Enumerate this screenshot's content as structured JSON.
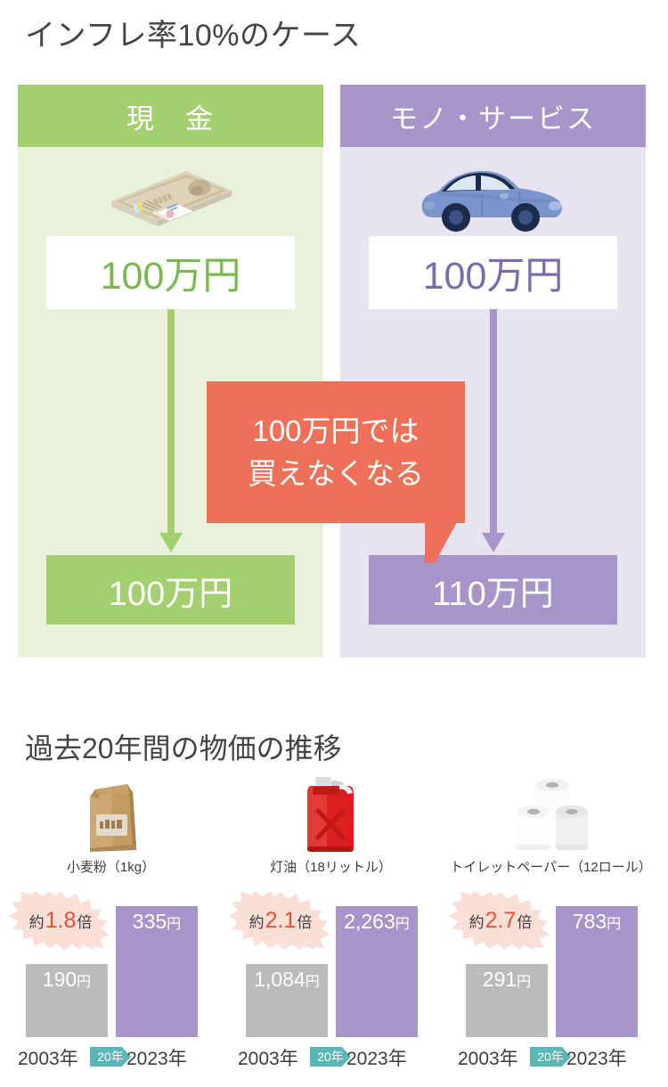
{
  "main_title": "インフレ率10%のケース",
  "comparison": {
    "cards": [
      {
        "header": "現　金",
        "icon": "money-stack-icon",
        "before_value": "100万円",
        "after_value": "100万円",
        "accent_color": "#a3cf6e",
        "bg_color": "#e8f1dc",
        "text_color": "#7ab951"
      },
      {
        "header": "モノ・サービス",
        "icon": "car-icon",
        "before_value": "100万円",
        "after_value": "110万円",
        "accent_color": "#a795c9",
        "bg_color": "#e7e3f1",
        "text_color": "#7c6bab"
      }
    ],
    "callout": {
      "line1": "100万円では",
      "line2": "買えなくなる",
      "color": "#ef7058"
    }
  },
  "section2_title": "過去20年間の物価の推移",
  "chart_data": {
    "type": "bar",
    "title": "過去20年間の物価の推移",
    "categories": [
      "2003年",
      "2023年"
    ],
    "span_label": "20年",
    "ylabel": "",
    "xlabel": "",
    "grid": false,
    "legend": "none",
    "series": [
      {
        "name": "2003年",
        "color": "#bbbbbb",
        "values": [
          190,
          1084,
          291
        ]
      },
      {
        "name": "2023年",
        "color": "#a795c9",
        "values": [
          335,
          2263,
          783
        ]
      }
    ],
    "groups": [
      {
        "label": "小麦粉（1kg）",
        "icon": "flour-bag-icon",
        "old_year": "2003年",
        "new_year": "2023年",
        "old_value": "190",
        "new_value": "335",
        "old_value_label": "190円",
        "new_value_label": "335円",
        "multiplier_prefix": "約",
        "multiplier": "1.8",
        "multiplier_suffix": "倍",
        "old_bar_height": 82,
        "new_bar_height": 147
      },
      {
        "label": "灯油（18リットル）",
        "icon": "kerosene-can-icon",
        "old_year": "2003年",
        "new_year": "2023年",
        "old_value": "1084",
        "new_value": "2263",
        "old_value_label": "1,084円",
        "new_value_label": "2,263円",
        "multiplier_prefix": "約",
        "multiplier": "2.1",
        "multiplier_suffix": "倍",
        "old_bar_height": 82,
        "new_bar_height": 147
      },
      {
        "label": "トイレットペーパー（12ロール）",
        "icon": "toilet-paper-icon",
        "old_year": "2003年",
        "new_year": "2023年",
        "old_value": "291",
        "new_value": "783",
        "old_value_label": "291円",
        "new_value_label": "783円",
        "multiplier_prefix": "約",
        "multiplier": "2.7",
        "multiplier_suffix": "倍",
        "old_bar_height": 82,
        "new_bar_height": 147
      }
    ]
  },
  "colors": {
    "green_accent": "#a3cf6e",
    "purple_accent": "#a795c9",
    "red_callout": "#ef7058",
    "teal_badge": "#5bb6b6",
    "gray_bar": "#bbbbbb",
    "multiplier_red": "#e8503a"
  }
}
